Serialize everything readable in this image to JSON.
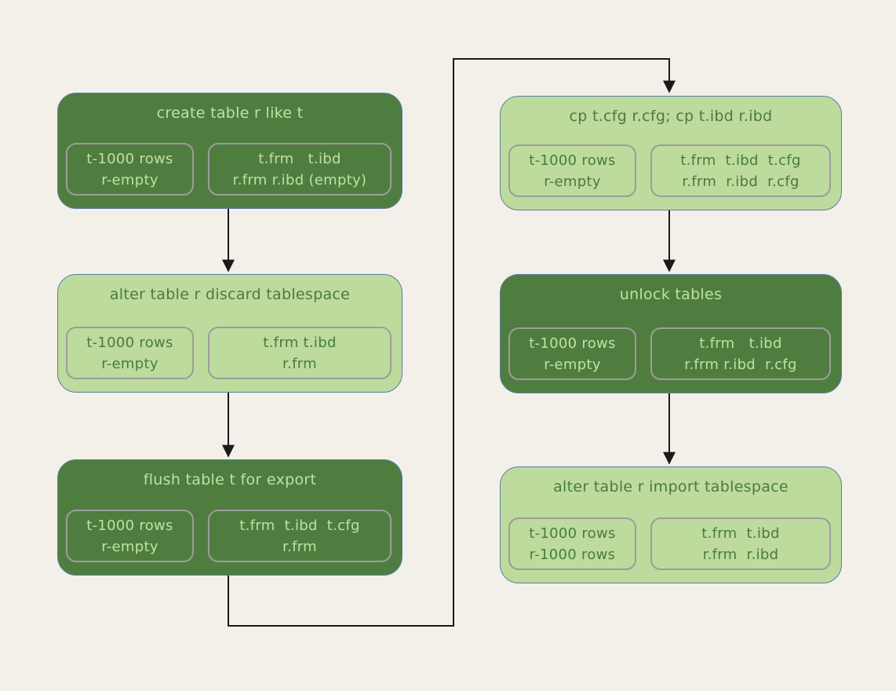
{
  "diagram": {
    "description": "MySQL transportable tablespace copy flow: six steps showing commands and resulting files for tables t and r",
    "colors": {
      "background": "#f2f0e9",
      "node_dark_fill": "#4f7d40",
      "node_light_fill": "#bcdb9d",
      "node_border": "#5b7da3",
      "pill_border": "#9d9d99",
      "text_on_dark": "#bee29f",
      "text_on_light": "#497c3b",
      "arrow": "#1a1a1a"
    }
  },
  "nodes": [
    {
      "title": "create table r like t",
      "variant": "dark",
      "state": {
        "line1": "t-1000 rows",
        "line2": "r-empty"
      },
      "files": {
        "line1": "t.frm   t.ibd",
        "line2": "r.frm r.ibd (empty)"
      }
    },
    {
      "title": "alter table r discard tablespace",
      "variant": "light",
      "state": {
        "line1": "t-1000 rows",
        "line2": "r-empty"
      },
      "files": {
        "line1": "t.frm t.ibd",
        "line2": "r.frm"
      }
    },
    {
      "title": "flush table t for export",
      "variant": "dark",
      "state": {
        "line1": "t-1000 rows",
        "line2": "r-empty"
      },
      "files": {
        "line1": "t.frm  t.ibd  t.cfg",
        "line2": "r.frm"
      }
    },
    {
      "title": "cp t.cfg r.cfg; cp t.ibd r.ibd",
      "variant": "light",
      "state": {
        "line1": "t-1000 rows",
        "line2": "r-empty"
      },
      "files": {
        "line1": "t.frm  t.ibd  t.cfg",
        "line2": "r.frm  r.ibd  r.cfg"
      }
    },
    {
      "title": "unlock tables",
      "variant": "dark",
      "state": {
        "line1": "t-1000 rows",
        "line2": "r-empty"
      },
      "files": {
        "line1": "t.frm   t.ibd",
        "line2": "r.frm r.ibd  r.cfg"
      }
    },
    {
      "title": "alter table r import tablespace",
      "variant": "light",
      "state": {
        "line1": "t-1000 rows",
        "line2": "r-1000 rows"
      },
      "files": {
        "line1": "t.frm  t.ibd",
        "line2": "r.frm  r.ibd"
      }
    }
  ],
  "edges": [
    {
      "from": "create table r like t",
      "to": "alter table r discard tablespace"
    },
    {
      "from": "alter table r discard tablespace",
      "to": "flush table t for export"
    },
    {
      "from": "flush table t for export",
      "to": "cp t.cfg r.cfg; cp t.ibd r.ibd"
    },
    {
      "from": "cp t.cfg r.cfg; cp t.ibd r.ibd",
      "to": "unlock tables"
    },
    {
      "from": "unlock tables",
      "to": "alter table r import tablespace"
    }
  ]
}
